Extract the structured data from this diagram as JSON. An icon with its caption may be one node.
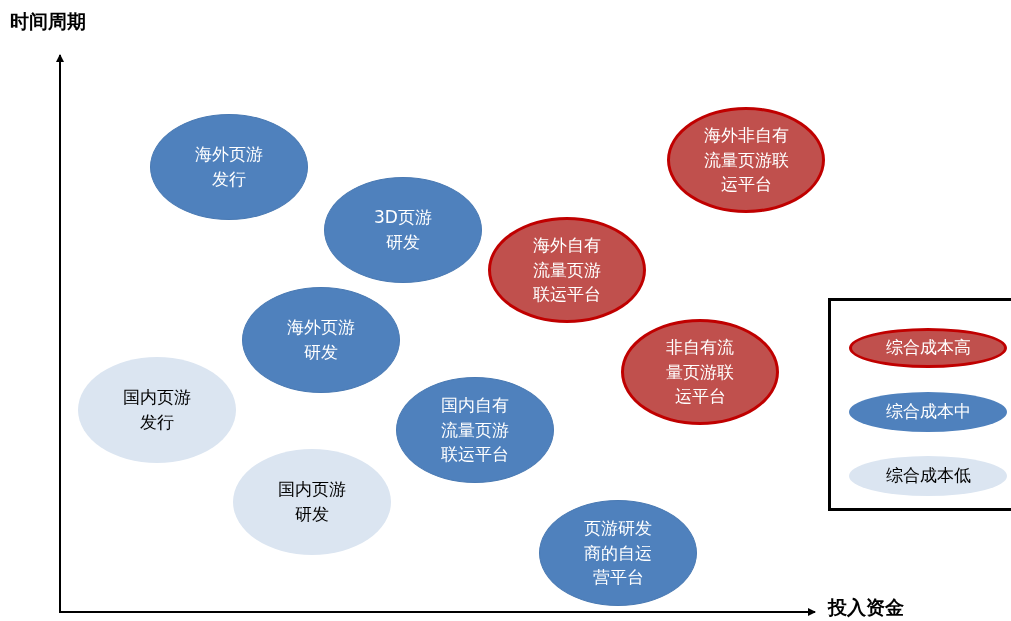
{
  "diagram": {
    "nodes": [
      {
        "text": [
          "海外非自有流量页游联运平台"
        ]
      },
      {
        "text": [
          "海外页游发行"
        ]
      },
      {
        "text": [
          "3D页游研发"
        ]
      },
      {
        "text": [
          "海外自有流量页游联运平台"
        ]
      },
      {
        "text": [
          "海外页游研发"
        ]
      },
      {
        "text": [
          "非自有流量页游联运平台"
        ]
      },
      {
        "text": [
          "国内页游发行"
        ]
      },
      {
        "text": [
          "国内自有流量页游联运平台"
        ]
      },
      {
        "text": [
          "国内页游研发"
        ]
      },
      {
        "text": [
          "页游研发商的自运营平台"
        ]
      }
    ],
    "labels": [
      "时间周期",
      "投入资金"
    ],
    "legend": [
      {
        "text": "综合成本高",
        "color": "#c0504d"
      },
      {
        "text": "综合成本中",
        "color": "#4f81bd"
      },
      {
        "text": "综合成本低",
        "color": "#dbe5f1"
      }
    ]
  }
}
